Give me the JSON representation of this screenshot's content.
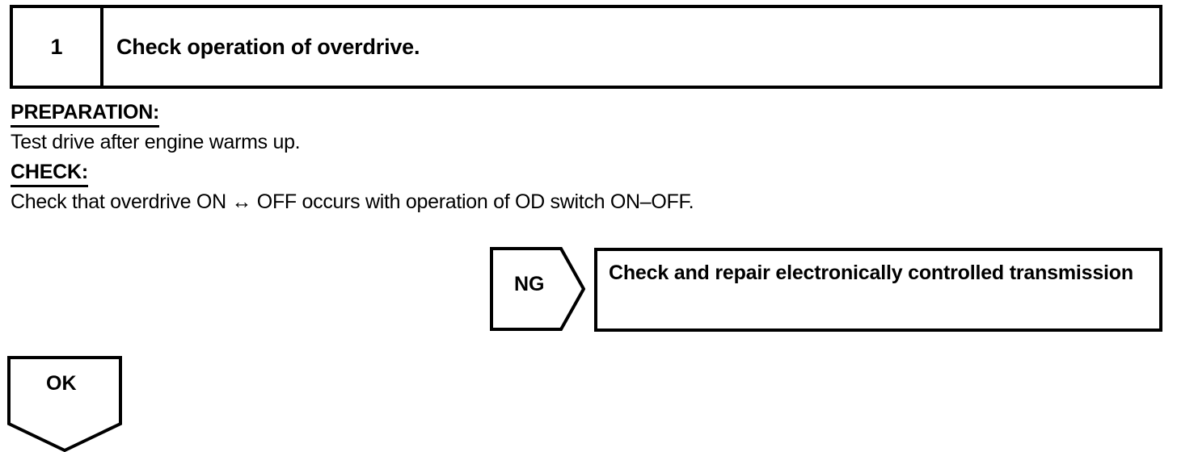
{
  "step": {
    "number": "1",
    "title": "Check operation of overdrive."
  },
  "procedure": {
    "preparation_label": "PREPARATION:",
    "preparation_text": "Test drive after engine warms up.",
    "check_label": "CHECK:",
    "check_text": "Check that overdrive ON ↔ OFF occurs with operation of OD switch ON–OFF."
  },
  "branches": {
    "ng": {
      "label": "NG",
      "action": "Check and repair electronically controlled transmission"
    },
    "ok": {
      "label": "OK"
    }
  },
  "colors": {
    "ink": "#000000",
    "paper": "#ffffff"
  }
}
